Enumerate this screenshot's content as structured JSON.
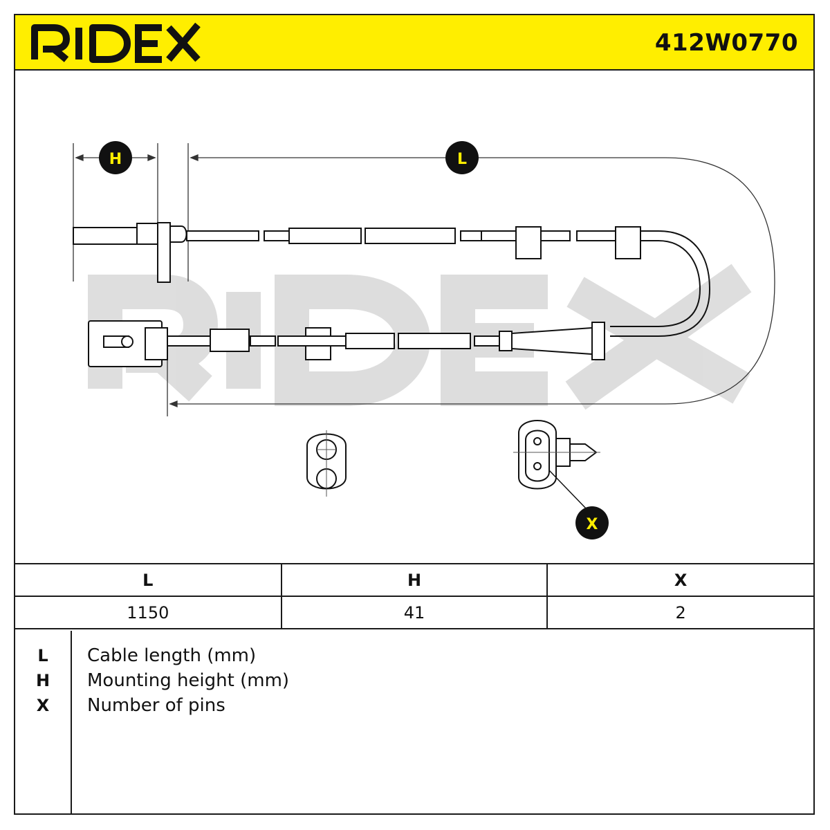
{
  "header": {
    "brand": "RIDEX",
    "part_number": "412W0770",
    "background_color": "#ffee00"
  },
  "drawing": {
    "watermark": "RIDEX",
    "callouts": {
      "length": "L",
      "height": "H",
      "pins": "X"
    }
  },
  "spec_table": {
    "headers": [
      "L",
      "H",
      "X"
    ],
    "values": [
      "1150",
      "41",
      "2"
    ]
  },
  "legend": [
    {
      "key": "L",
      "text": "Cable length (mm)"
    },
    {
      "key": "H",
      "text": "Mounting height (mm)"
    },
    {
      "key": "X",
      "text": "Number of pins"
    }
  ]
}
